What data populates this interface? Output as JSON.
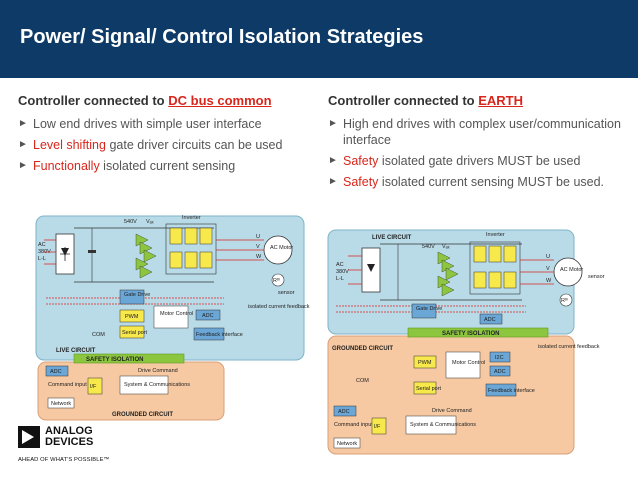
{
  "header": {
    "title": "Power/ Signal/ Control Isolation Strategies"
  },
  "left": {
    "heading_prefix": "Controller connected to ",
    "heading_highlight": "DC bus common",
    "bullets": [
      {
        "hl": "",
        "rest": "Low end drives with simple user interface"
      },
      {
        "hl": "Level shifting",
        "rest": " gate driver circuits can be used"
      },
      {
        "hl": "Functionally",
        "rest": " isolated current sensing"
      }
    ]
  },
  "right": {
    "heading_prefix": "Controller connected to ",
    "heading_highlight": "EARTH",
    "bullets": [
      {
        "hl": "",
        "rest": "High end drives with complex user/communication interface"
      },
      {
        "hl": "Safety",
        "rest": " isolated gate drivers MUST be used"
      },
      {
        "hl": "Safety",
        "rest": " isolated current sensing  MUST be used."
      }
    ]
  },
  "diagram_left": {
    "inverter": "Inverter",
    "v540": "540V",
    "vdc": "Vₐₓ",
    "ac_in": "AC",
    "ac_v": "380V",
    "ac_ll": "L-L",
    "motor": "AC Motor",
    "rth": "Rᵗʰ",
    "sensor": "sensor",
    "u": "U",
    "v": "V",
    "w": "W",
    "gate_drive": "Gate Drive",
    "pwm": "PWM",
    "motor_control": "Motor Control",
    "adc": "ADC",
    "serial_port": "Serial port",
    "feedback_interface": "Feedback interface",
    "isolated_feedback": "isolated current feedback",
    "com": "COM",
    "live_circuit": "LIVE CIRCUIT",
    "safety_isolation": "SAFETY ISOLATION",
    "drive_command": "Drive Command",
    "adc2": "ADC",
    "command_input": "Command input",
    "if": "I/F",
    "system_comms": "System & Communications",
    "network": "Network",
    "grounded_circuit": "GROUNDED CIRCUIT"
  },
  "diagram_right": {
    "live_circuit": "LIVE CIRCUIT",
    "inverter": "Inverter",
    "v540": "540V",
    "vdc": "Vₐₓ",
    "ac_in": "AC",
    "ac_v": "380V",
    "ac_ll": "L-L",
    "motor": "AC Motor",
    "rth": "Rᵗʰ",
    "sensor": "sensor",
    "u": "U",
    "v": "V",
    "w": "W",
    "gate_drive": "Gate Drive",
    "adc": "ADC",
    "safety_isolation": "SAFETY ISOLATION",
    "grounded_circuit": "GROUNDED CIRCUIT",
    "pwm": "PWM",
    "motor_control": "Motor Control",
    "i2c": "I2C",
    "adc3": "ADC",
    "isolated_feedback": "isolated current feedback",
    "com": "COM",
    "serial_port": "Serial port",
    "feedback_interface": "Feedback interface",
    "drive_command": "Drive Command",
    "adc2": "ADC",
    "command_input": "Command input",
    "if": "I/F",
    "system_comms": "System & Communications",
    "network": "Network"
  },
  "logo": {
    "line1": "ANALOG",
    "line2": "DEVICES",
    "tagline": "AHEAD OF WHAT'S POSSIBLE™"
  },
  "colors": {
    "header_bg": "#0d3a66",
    "highlight": "#d9261c",
    "live_bg": "#b9dbe8",
    "grounded_bg": "#f6c9a3",
    "safety_band": "#8cc63f",
    "gate_drive": "#6aa6d6",
    "igbt": "#f7e84b",
    "if_block": "#f7e84b"
  }
}
